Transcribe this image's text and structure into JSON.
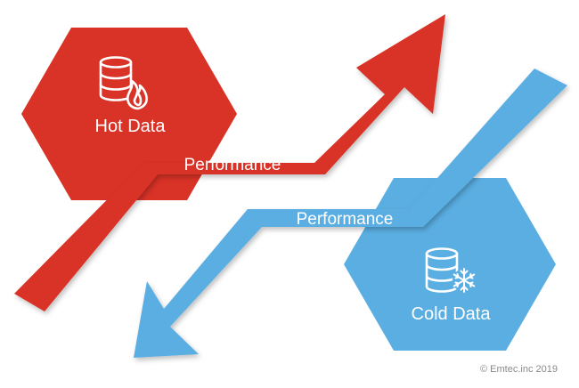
{
  "hot": {
    "title": "Hot Data",
    "arrow_label": "Performance",
    "icon": "database-flame-icon",
    "color": "#d93226"
  },
  "cold": {
    "title": "Cold Data",
    "arrow_label": "Performance",
    "icon": "database-snowflake-icon",
    "color": "#5aaee2"
  },
  "copyright": "© Emtec.inc 2019"
}
